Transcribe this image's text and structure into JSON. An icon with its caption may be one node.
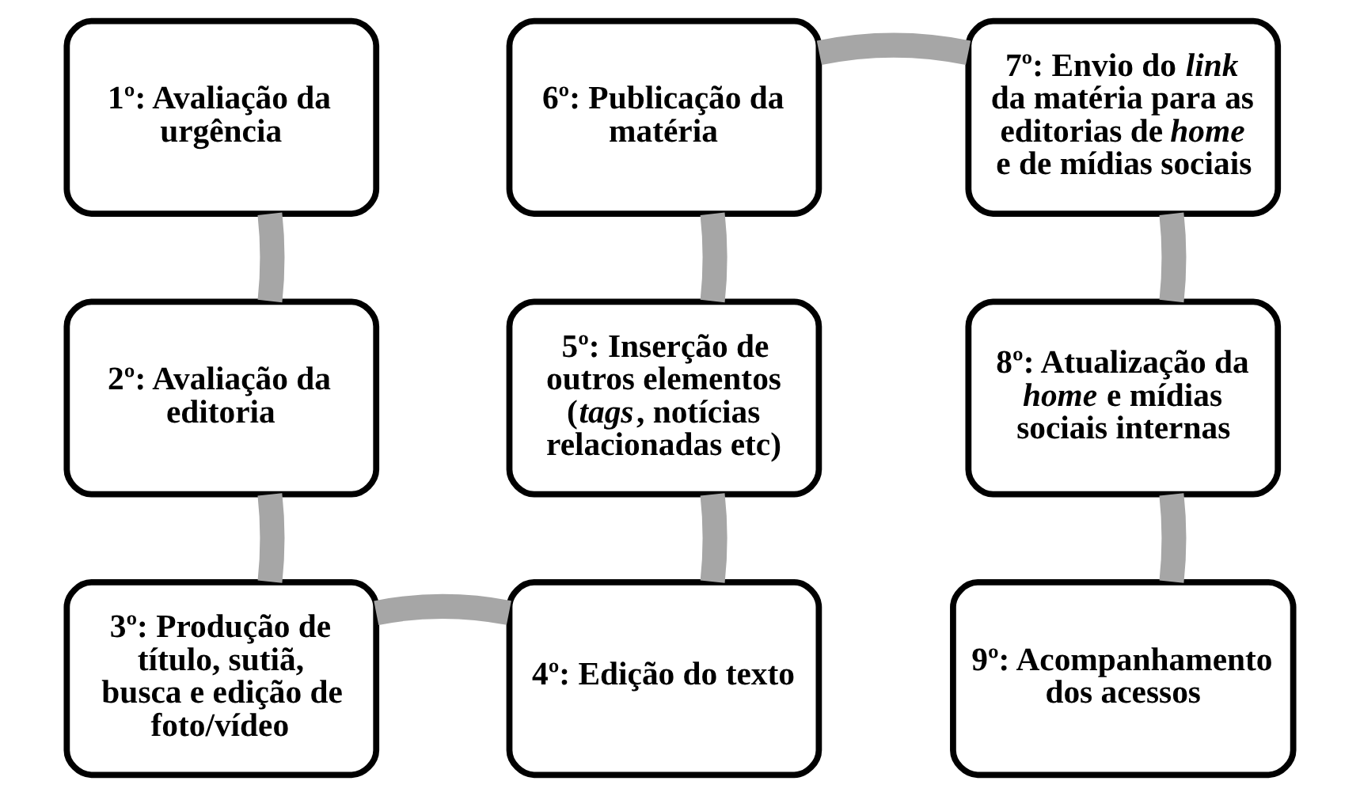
{
  "diagram": {
    "nodes": [
      {
        "text": [
          "1º: Avaliação da urgência"
        ]
      },
      {
        "text": [
          "2º: Avaliação da editoria"
        ]
      },
      {
        "text": [
          "3º: Produção de título, sutiã, busca e edição de foto/vídeo"
        ]
      },
      {
        "text": [
          "4º: Edição do texto"
        ]
      },
      {
        "text": [
          "5º: Inserção de outros elementos (*tags*, notícias relacionadas etc)"
        ]
      },
      {
        "text": [
          "6º: Publicação da matéria"
        ]
      },
      {
        "text": [
          "7º: Envio do *link* da matéria para as editorias de *home* e de mídias sociais"
        ]
      },
      {
        "text": [
          "8º: Atualização da *home* e mídias sociais internas"
        ]
      },
      {
        "text": [
          "9º: Acompanhamento dos acessos"
        ]
      }
    ],
    "edges": [
      {
        "from": 0,
        "to": 1,
        "arrow": "none"
      },
      {
        "from": 1,
        "to": 2,
        "arrow": "none"
      },
      {
        "from": 2,
        "to": 3,
        "arrow": "none"
      },
      {
        "from": 3,
        "to": 4,
        "arrow": "none"
      },
      {
        "from": 4,
        "to": 5,
        "arrow": "none"
      },
      {
        "from": 5,
        "to": 6,
        "arrow": "none"
      },
      {
        "from": 6,
        "to": 7,
        "arrow": "none"
      },
      {
        "from": 7,
        "to": 8,
        "arrow": "none"
      }
    ]
  }
}
